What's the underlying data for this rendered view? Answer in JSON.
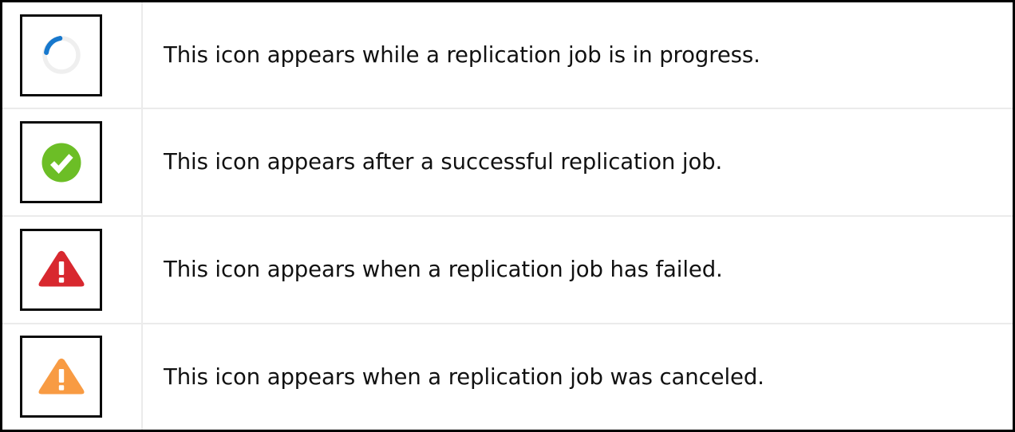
{
  "legend": {
    "rows": [
      {
        "icon": "replication-in-progress-spinner-icon",
        "icon_kind": "spinner",
        "colors": {
          "arc": "#1778cd",
          "track": "#efefef"
        },
        "description": "This icon appears while a replication job is in progress."
      },
      {
        "icon": "replication-success-check-icon",
        "icon_kind": "check-circle",
        "colors": {
          "fill": "#6cbe26",
          "glyph": "#ffffff"
        },
        "description": "This icon appears after a successful replication job."
      },
      {
        "icon": "replication-failed-warning-icon",
        "icon_kind": "warning-triangle",
        "colors": {
          "fill": "#d8282f",
          "glyph": "#ffffff"
        },
        "description": "This icon appears when a replication job has failed."
      },
      {
        "icon": "replication-canceled-warning-icon",
        "icon_kind": "warning-triangle",
        "colors": {
          "fill": "#f89b43",
          "glyph": "#ffffff"
        },
        "description": "This icon appears when a replication job was canceled."
      }
    ]
  }
}
